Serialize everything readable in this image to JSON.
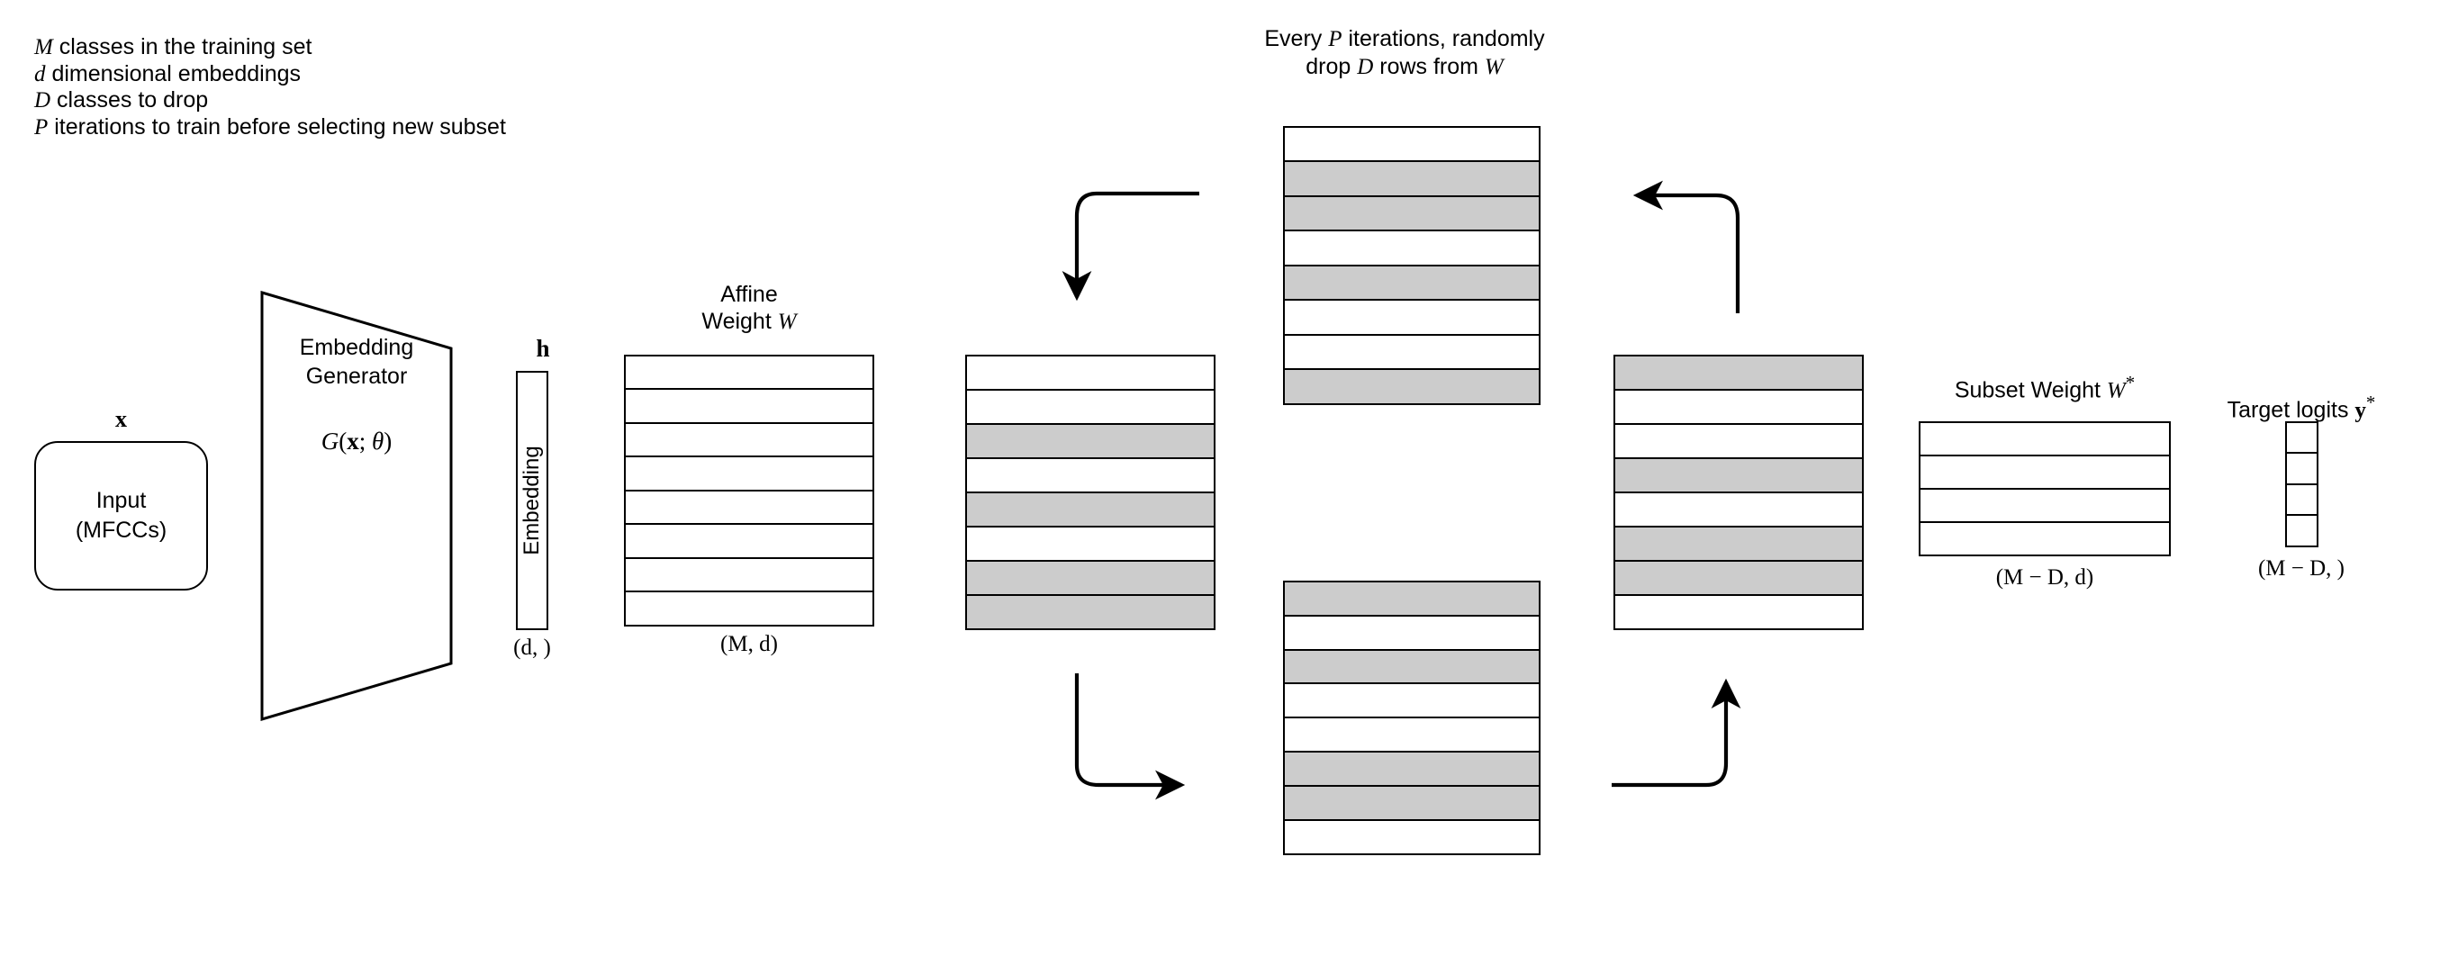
{
  "figure": {
    "title_note": "Randomly dropped-class softmax training diagram",
    "colors": {
      "stroke": "#000000",
      "gray_row_fill": "#cccccc",
      "background": "#ffffff"
    }
  },
  "legend": {
    "lines": [
      {
        "symbol": "M",
        "text": " classes in the training set"
      },
      {
        "symbol": "d",
        "text": " dimensional embeddings"
      },
      {
        "symbol": "D",
        "text": " classes to drop"
      },
      {
        "symbol": "P",
        "text": " iterations to train before selecting new subset"
      }
    ]
  },
  "header_note": {
    "line1_pre": "Every ",
    "line1_sym": "P",
    "line1_post": " iterations, randomly",
    "line2_pre": "drop ",
    "line2_sym": "D",
    "line2_mid": " rows from ",
    "line2_sym2": "W"
  },
  "input": {
    "top_symbol": "x",
    "label_line1": "Input",
    "label_line2": "(MFCCs)"
  },
  "generator": {
    "label_line1": "Embedding",
    "label_line2": "Generator",
    "formula_G": "G",
    "formula_open": "(",
    "formula_x": "x",
    "formula_semi": "; ",
    "formula_theta": "θ",
    "formula_close": ")"
  },
  "embedding": {
    "symbol": "h",
    "vertical_label": "Embedding",
    "dims": "(d, )"
  },
  "affine_weight": {
    "caption_line1": "Affine",
    "caption_line2_pre": "Weight ",
    "caption_line2_sym": "W",
    "dims": "(M, d)",
    "rows": [
      {
        "index": 0,
        "fill": "white"
      },
      {
        "index": 1,
        "fill": "white"
      },
      {
        "index": 2,
        "fill": "white"
      },
      {
        "index": 3,
        "fill": "white"
      },
      {
        "index": 4,
        "fill": "white"
      },
      {
        "index": 5,
        "fill": "white"
      },
      {
        "index": 6,
        "fill": "white"
      },
      {
        "index": 7,
        "fill": "white"
      }
    ]
  },
  "matrix_center_left": {
    "rows": [
      {
        "index": 0,
        "fill": "white"
      },
      {
        "index": 1,
        "fill": "white"
      },
      {
        "index": 2,
        "fill": "gray"
      },
      {
        "index": 3,
        "fill": "white"
      },
      {
        "index": 4,
        "fill": "gray"
      },
      {
        "index": 5,
        "fill": "white"
      },
      {
        "index": 6,
        "fill": "gray"
      },
      {
        "index": 7,
        "fill": "gray"
      }
    ]
  },
  "matrix_top": {
    "rows": [
      {
        "index": 0,
        "fill": "white"
      },
      {
        "index": 1,
        "fill": "gray"
      },
      {
        "index": 2,
        "fill": "gray"
      },
      {
        "index": 3,
        "fill": "white"
      },
      {
        "index": 4,
        "fill": "gray"
      },
      {
        "index": 5,
        "fill": "white"
      },
      {
        "index": 6,
        "fill": "white"
      },
      {
        "index": 7,
        "fill": "gray"
      }
    ]
  },
  "matrix_bottom": {
    "rows": [
      {
        "index": 0,
        "fill": "gray"
      },
      {
        "index": 1,
        "fill": "white"
      },
      {
        "index": 2,
        "fill": "gray"
      },
      {
        "index": 3,
        "fill": "white"
      },
      {
        "index": 4,
        "fill": "white"
      },
      {
        "index": 5,
        "fill": "gray"
      },
      {
        "index": 6,
        "fill": "gray"
      },
      {
        "index": 7,
        "fill": "white"
      }
    ]
  },
  "matrix_center_right": {
    "rows": [
      {
        "index": 0,
        "fill": "gray"
      },
      {
        "index": 1,
        "fill": "white"
      },
      {
        "index": 2,
        "fill": "white"
      },
      {
        "index": 3,
        "fill": "gray"
      },
      {
        "index": 4,
        "fill": "white"
      },
      {
        "index": 5,
        "fill": "gray"
      },
      {
        "index": 6,
        "fill": "gray"
      },
      {
        "index": 7,
        "fill": "white"
      }
    ]
  },
  "subset_weight": {
    "caption_pre": "Subset Weight ",
    "caption_sym": "W",
    "caption_star": "*",
    "dims": "(M − D, d)",
    "rows": [
      {
        "index": 0,
        "fill": "white"
      },
      {
        "index": 1,
        "fill": "white"
      },
      {
        "index": 2,
        "fill": "white"
      },
      {
        "index": 3,
        "fill": "white"
      }
    ]
  },
  "target_logits": {
    "caption_pre": "Target logits ",
    "caption_sym": "y",
    "caption_star": "*",
    "dims": "(M − D, )",
    "cells": [
      {
        "index": 0
      },
      {
        "index": 1
      },
      {
        "index": 2
      },
      {
        "index": 3
      }
    ]
  },
  "arrows": [
    {
      "name": "arrow-w-to-top",
      "direction": "down",
      "description": "from affine weight area turning down into center-left matrix"
    },
    {
      "name": "arrow-w-to-bottom",
      "direction": "right",
      "description": "from center-left matrix turning right into bottom matrix"
    },
    {
      "name": "arrow-top-return",
      "direction": "left",
      "description": "from center-right matrix up and left toward top matrix"
    },
    {
      "name": "arrow-bottom-return",
      "direction": "up",
      "description": "from bottom matrix right and up into center-right matrix"
    }
  ]
}
